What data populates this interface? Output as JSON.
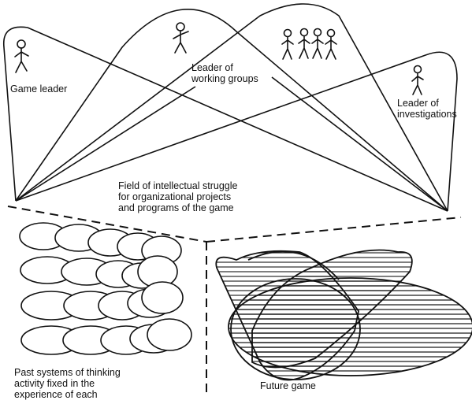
{
  "labels": {
    "game_leader": "Game leader",
    "leader_working_groups": [
      "Leader of",
      "working groups"
    ],
    "leader_investigations": [
      "Leader of",
      "investigations"
    ],
    "field": [
      "Field of intellectual struggle",
      "for organizational projects",
      "and programs of the game"
    ],
    "past_systems": [
      "Past systems of thinking",
      "activity fixed in the",
      "experience of each"
    ],
    "future_game": "Future game"
  },
  "colors": {
    "ink": "#111111",
    "background": "#ffffff"
  }
}
